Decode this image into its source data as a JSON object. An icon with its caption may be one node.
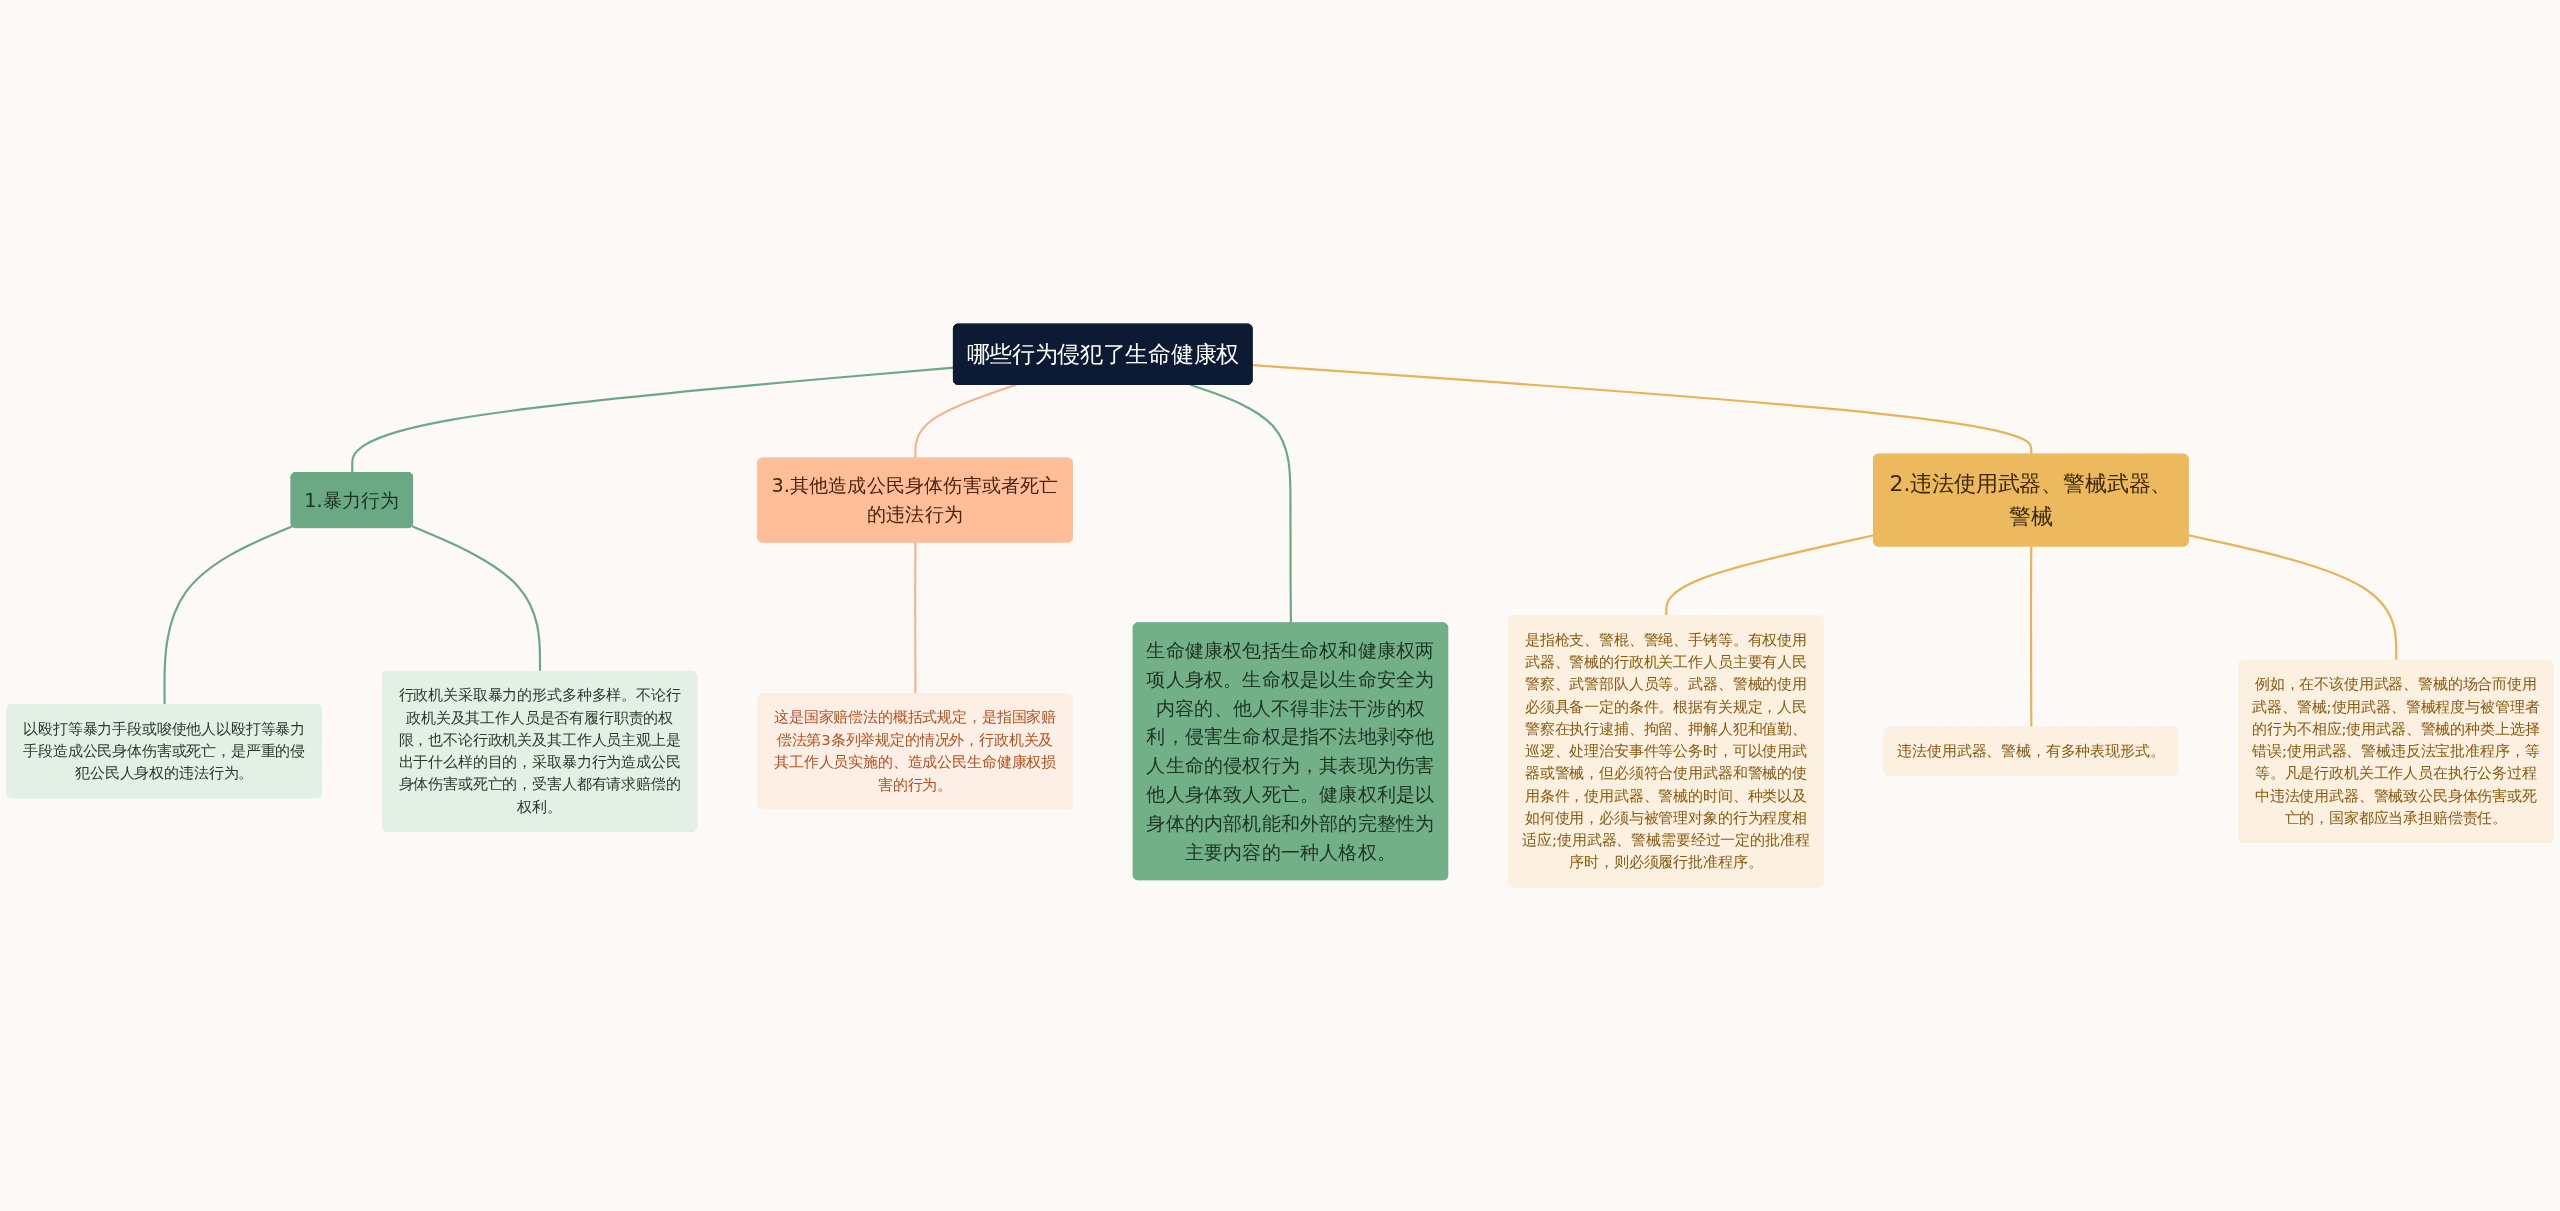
{
  "diagram": {
    "nodes": [
      {
        "text": [
          "哪些行为侵犯了生命健康权"
        ]
      },
      {
        "text": [
          "1.暴力行为"
        ]
      },
      {
        "text": [
          "以殴打等暴力手段或唆使他人以殴打等暴力手段造成公民身体伤害或死亡，是严重的侵犯公民人身权的违法行为。"
        ]
      },
      {
        "text": [
          "行政机关采取暴力的形式多种多样。不论行政机关及其工作人员是否有履行职责的权限，也不论行政机关及其工作人员主观上是出于什么样的目的，采取暴力行为造成公民身体伤害或死亡的，受害人都有请求赔偿的权利。"
        ]
      },
      {
        "text": [
          "3.其他造成公民身体伤害或者死亡的违法行为"
        ]
      },
      {
        "text": [
          "这是国家赔偿法的概括式规定，是指国家赔偿法第3条列举规定的情况外，行政机关及其工作人员实施的、造成公民生命健康权损害的行为。"
        ]
      },
      {
        "text": [
          "生命健康权包括生命权和健康权两项人身权。生命权是以生命安全为内容的、他人不得非法干涉的权利，侵害生命权是指不法地剥夺他人生命的侵权行为，其表现为伤害他人身体致人死亡。健康权利是以身体的内部机能和外部的完整性为主要内容的一种人格权。"
        ]
      },
      {
        "text": [
          "2.违法使用武器、警械武器、警械"
        ]
      },
      {
        "text": [
          "是指枪支、警棍、警绳、手铐等。有权使用武器、警械的行政机关工作人员主要有人民警察、武警部队人员等。武器、警械的使用必须具备一定的条件。根据有关规定，人民警察在执行逮捕、拘留、押解人犯和值勤、巡逻、处理治安事件等公务时，可以使用武器或警械，但必须符合使用武器和警械的使用条件，使用武器、警械的时间、种类以及如何使用，必须与被管理对象的行为程度相适应;使用武器、警械需要经过一定的批准程序时，则必须履行批准程序。"
        ]
      },
      {
        "text": [
          "违法使用武器、警械，有多种表现形式。"
        ]
      },
      {
        "text": [
          "例如，在不该使用武器、警械的场合而使用武器、警械;使用武器、警械程度与被管理者的行为不相应;使用武器、警械的种类上选择错误;使用武器、警械违反法宝批准程序，等等。凡是行政机关工作人员在执行公务过程中违法使用武器、警械致公民身体伤害或死亡的，国家都应当承担赔偿责任。"
        ]
      }
    ],
    "edges": [
      {
        "from": 0,
        "to": 1,
        "arrow": "none",
        "color": "#6aa984"
      },
      {
        "from": 1,
        "to": 2,
        "arrow": "none",
        "color": "#6aa984"
      },
      {
        "from": 1,
        "to": 3,
        "arrow": "none",
        "color": "#6aa984"
      },
      {
        "from": 0,
        "to": 4,
        "arrow": "none",
        "color": "#f5b48f"
      },
      {
        "from": 4,
        "to": 5,
        "arrow": "none",
        "color": "#f5b48f"
      },
      {
        "from": 0,
        "to": 6,
        "arrow": "none",
        "color": "#6aa984"
      },
      {
        "from": 0,
        "to": 7,
        "arrow": "none",
        "color": "#e8b357"
      },
      {
        "from": 7,
        "to": 8,
        "arrow": "none",
        "color": "#e8b357"
      },
      {
        "from": 7,
        "to": 9,
        "arrow": "none",
        "color": "#e8b357"
      },
      {
        "from": 7,
        "to": 10,
        "arrow": "none",
        "color": "#e8b357"
      }
    ]
  }
}
